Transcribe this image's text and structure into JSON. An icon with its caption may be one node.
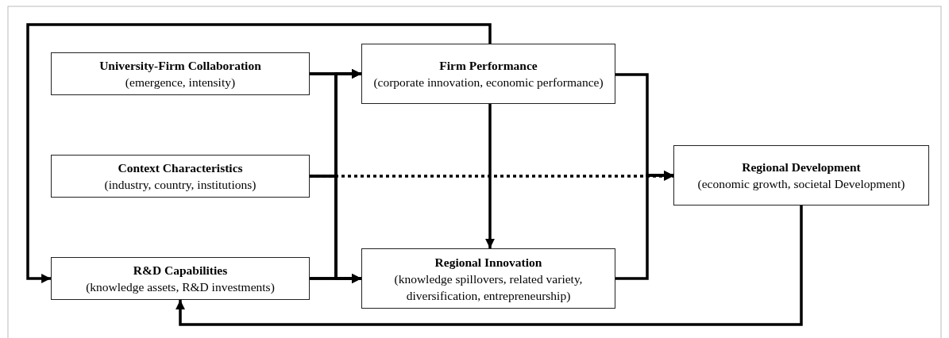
{
  "diagram": {
    "nodes": [
      {
        "text": [
          "University-Firm Collaboration",
          "(emergence, intensity)"
        ]
      },
      {
        "text": [
          "Context Characteristics",
          "(industry, country, institutions)"
        ]
      },
      {
        "text": [
          "R&D Capabilities",
          "(knowledge assets, R&D investments)"
        ]
      },
      {
        "text": [
          "Firm Performance",
          "(corporate innovation, economic performance)"
        ]
      },
      {
        "text": [
          "Regional Innovation",
          "(knowledge spillovers, related variety, diversification, entrepreneurship)"
        ]
      },
      {
        "text": [
          "Regional Development",
          "(economic growth, societal Development)"
        ]
      }
    ],
    "edges": [
      {
        "from": 0,
        "to": 3,
        "arrow": "to"
      },
      {
        "from": 0,
        "to": 4,
        "arrow": "to"
      },
      {
        "from": 1,
        "to": 3,
        "arrow": "to"
      },
      {
        "from": 1,
        "to": 4,
        "arrow": "to"
      },
      {
        "from": 2,
        "to": 3,
        "arrow": "to"
      },
      {
        "from": 2,
        "to": 4,
        "arrow": "to"
      },
      {
        "from": 1,
        "to": 5,
        "arrow": "to",
        "style": "dashed"
      },
      {
        "from": 3,
        "to": 5,
        "arrow": "to"
      },
      {
        "from": 4,
        "to": 5,
        "arrow": "to"
      },
      {
        "from": 3,
        "to": 4,
        "arrow": "to"
      },
      {
        "from": 3,
        "to": 2,
        "arrow": "to"
      },
      {
        "from": 5,
        "to": 2,
        "arrow": "to"
      }
    ]
  }
}
